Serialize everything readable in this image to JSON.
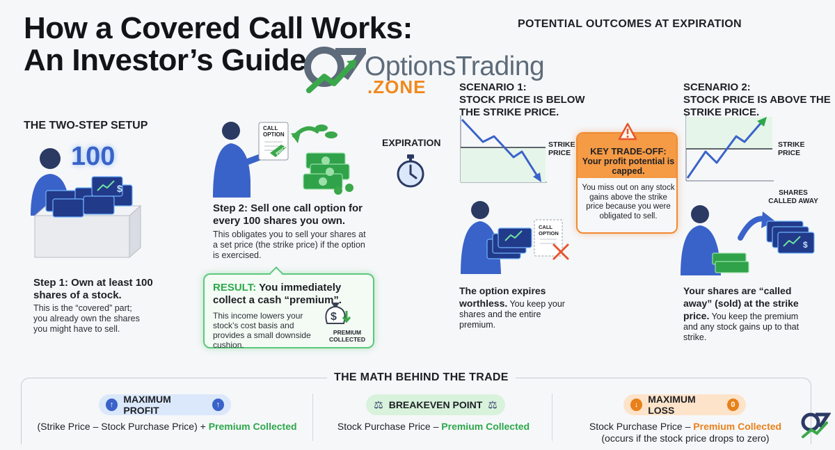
{
  "title_line1": "How a Covered Call Works:",
  "title_line2": "An Investor’s Guide",
  "logo": {
    "word": "OptionsTrading",
    "zone": ".ZONE"
  },
  "potential_outcomes": "POTENTIAL OUTCOMES AT EXPIRATION",
  "two_step_setup": "THE TWO-STEP SETUP",
  "step1": {
    "badge": "100",
    "heading": "Step 1: Own at least 100 shares of a stock.",
    "body": "This is the “covered” part; you already own the shares you might have to sell."
  },
  "step2": {
    "card_label_line1": "CALL",
    "card_label_line2": "OPTION",
    "tag": "PRICE",
    "heading": "Step 2: Sell one call option for every 100 shares you own.",
    "body": "This obligates you to sell your shares at a set price (the strike price) if the option is exercised."
  },
  "result": {
    "label": "RESULT:",
    "heading": "You immediately collect a cash “premium”.",
    "body": "This income lowers your stock’s cost basis and provides a small downside cushion.",
    "icon_label_line1": "PREMIUM",
    "icon_label_line2": "COLLECTED"
  },
  "expiration": "EXPIRATION",
  "scenario1": {
    "heading_line1": "SCENARIO 1:",
    "heading_line2": "STOCK PRICE IS BELOW",
    "heading_line3": "THE STRIKE PRICE.",
    "strike_line1": "STRIKE",
    "strike_line2": "PRICE",
    "card_label_line1": "CALL",
    "card_label_line2": "OPTION",
    "result_bold": "The option expires worthless.",
    "result_rest": " You keep your shares and the entire premium."
  },
  "key": {
    "heading": "KEY TRADE-OFF:",
    "subheading": "Your profit potential is capped.",
    "body": "You miss out on any stock gains above the strike price because you were obligated to sell."
  },
  "scenario2": {
    "heading_line1": "SCENARIO 2:",
    "heading_line2": "STOCK PRICE IS ABOVE THE",
    "heading_line3": "STRIKE PRICE.",
    "strike_line1": "STRIKE",
    "strike_line2": "PRICE",
    "called_line1": "SHARES",
    "called_line2": "CALLED AWAY",
    "result_bold": "Your shares are “called away” (sold) at the strike price.",
    "result_rest": " You keep the premium and any stock gains up to that strike."
  },
  "math": {
    "title": "THE MATH BEHIND THE TRADE",
    "max_profit": {
      "label": "MAXIMUM PROFIT",
      "formula_plain": "(Strike Price – Stock Purchase Price) + ",
      "formula_hl": "Premium Collected"
    },
    "breakeven": {
      "label": "BREAKEVEN POINT",
      "formula_plain": "Stock Purchase Price – ",
      "formula_hl": "Premium Collected"
    },
    "max_loss": {
      "label": "MAXIMUM LOSS",
      "badge": "0",
      "formula_plain": "Stock Purchase Price – ",
      "formula_hl": "Premium Collected",
      "note": "(occurs if the stock price drops to zero)"
    }
  },
  "colors": {
    "green": "#2ca84a",
    "orange": "#e8811a",
    "blue": "#3a63c9",
    "navy": "#2b3a63"
  }
}
